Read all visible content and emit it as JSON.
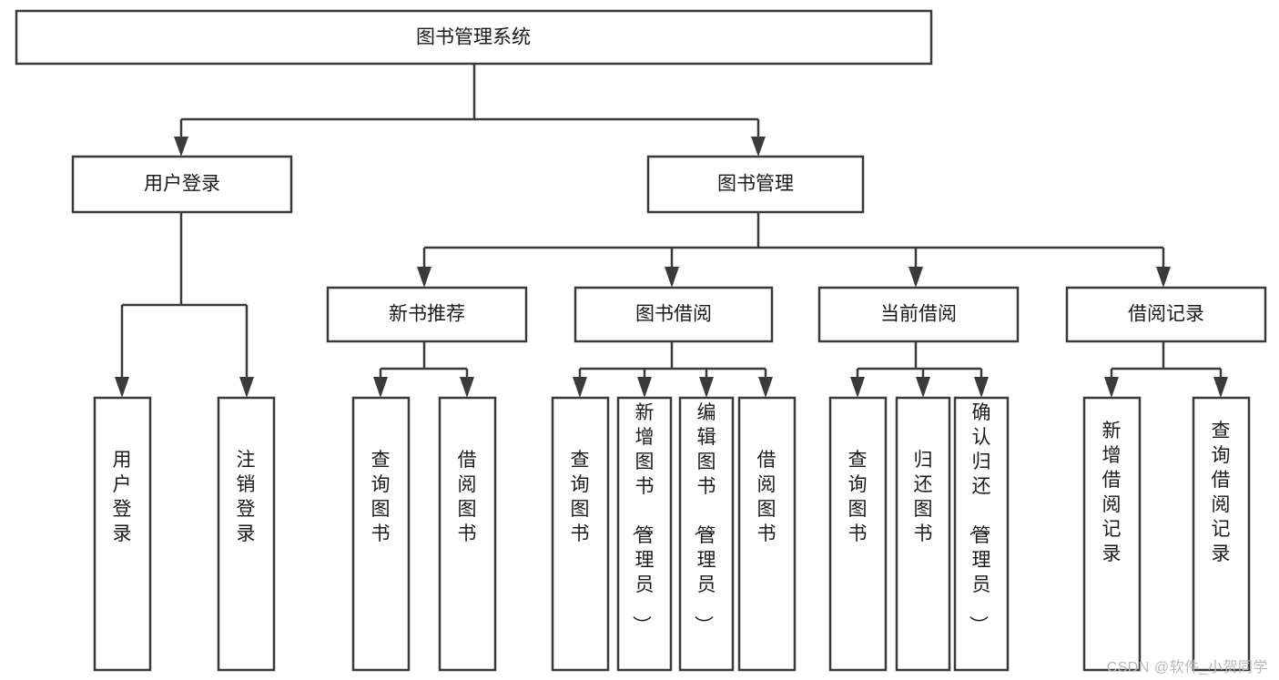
{
  "diagram": {
    "title": "图书管理系统",
    "type": "tree-hierarchy",
    "orientation": "top-down",
    "colors": {
      "box_stroke": "#3a3a3a",
      "box_fill": "#ffffff",
      "edge": "#3a3a3a",
      "text": "#1b1b1b",
      "background": "#ffffff",
      "watermark": "#b8b8b8"
    },
    "root": {
      "label": "图书管理系统"
    },
    "level2": [
      {
        "label": "用户登录"
      },
      {
        "label": "图书管理"
      }
    ],
    "level3": [
      {
        "label": "新书推荐"
      },
      {
        "label": "图书借阅"
      },
      {
        "label": "当前借阅"
      },
      {
        "label": "借阅记录"
      }
    ],
    "leaves": {
      "user_login": [
        {
          "label": "用户登录"
        },
        {
          "label": "注销登录"
        }
      ],
      "new_book_recommend": [
        {
          "label": "查询图书"
        },
        {
          "label": "借阅图书"
        }
      ],
      "book_borrow": [
        {
          "label": "查询图书"
        },
        {
          "label": "新增图书（管理员）"
        },
        {
          "label": "编辑图书（管理员）"
        },
        {
          "label": "借阅图书"
        }
      ],
      "current_borrow": [
        {
          "label": "查询图书"
        },
        {
          "label": "归还图书"
        },
        {
          "label": "确认归还（管理员）"
        }
      ],
      "borrow_record": [
        {
          "label": "新增借阅记录"
        },
        {
          "label": "查询借阅记录"
        }
      ]
    }
  },
  "watermark": {
    "text": "CSDN @软件_小贺同学"
  }
}
